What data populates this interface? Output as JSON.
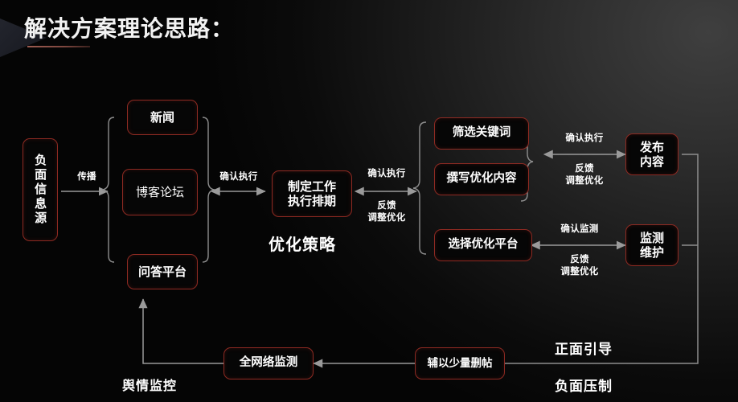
{
  "slide": {
    "title": "解决方案理论思路：",
    "accent_color": "#8e2a22",
    "line_color": "#9a9a9a",
    "background": "#1a1a1a"
  },
  "nodes": {
    "source": {
      "label": "负面信息源"
    },
    "channel_news": {
      "label": "新闻"
    },
    "channel_blog": {
      "label": "博客论坛"
    },
    "channel_qa": {
      "label": "问答平台"
    },
    "schedule": {
      "label": "制定工作\n执行排期"
    },
    "keywords": {
      "label": "筛选关键词"
    },
    "content": {
      "label": "撰写优化内容"
    },
    "platform": {
      "label": "选择优化平台"
    },
    "publish": {
      "label": "发布\n内容"
    },
    "monitor": {
      "label": "监测\n维护"
    },
    "netmonitor": {
      "label": "全网络监测"
    },
    "delete": {
      "label": "辅以少量删帖"
    }
  },
  "edge_labels": {
    "spread": "传播",
    "confirm_exec_left": "确认执行",
    "confirm_exec_mid": "确认执行",
    "feedback_mid": "反馈\n调整优化",
    "confirm_exec_right": "确认执行",
    "feedback_right": "反馈\n调整优化",
    "confirm_monitor": "确认监测",
    "feedback_monitor": "反馈\n调整优化"
  },
  "section_labels": {
    "strategy": "优化策略",
    "public_opinion": "舆情监控",
    "positive_guide": "正面引导",
    "negative_suppress": "负面压制"
  }
}
